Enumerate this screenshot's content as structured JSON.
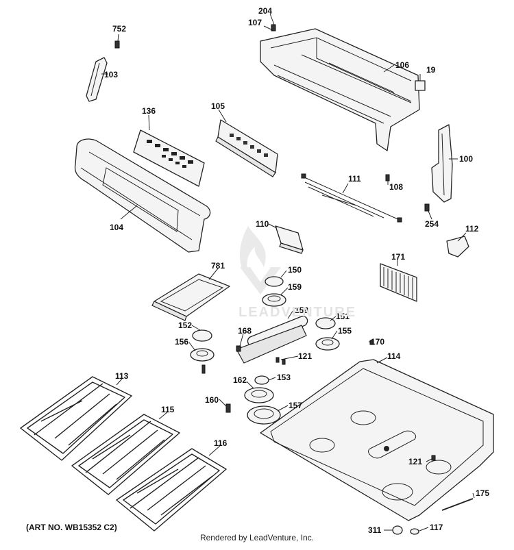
{
  "diagram": {
    "art_number": "(ART NO. WB15352 C2)",
    "footer_text": "Rendered by LeadVenture, Inc.",
    "watermark": "LEADVENTURE",
    "callouts": [
      "752",
      "103",
      "204",
      "107",
      "106",
      "19",
      "136",
      "105",
      "100",
      "104",
      "108",
      "111",
      "254",
      "110",
      "112",
      "781",
      "150",
      "159",
      "171",
      "158",
      "151",
      "152",
      "168",
      "155",
      "156",
      "121",
      "170",
      "114",
      "162",
      "153",
      "113",
      "160",
      "157",
      "115",
      "116",
      "121",
      "175",
      "311",
      "117"
    ]
  }
}
